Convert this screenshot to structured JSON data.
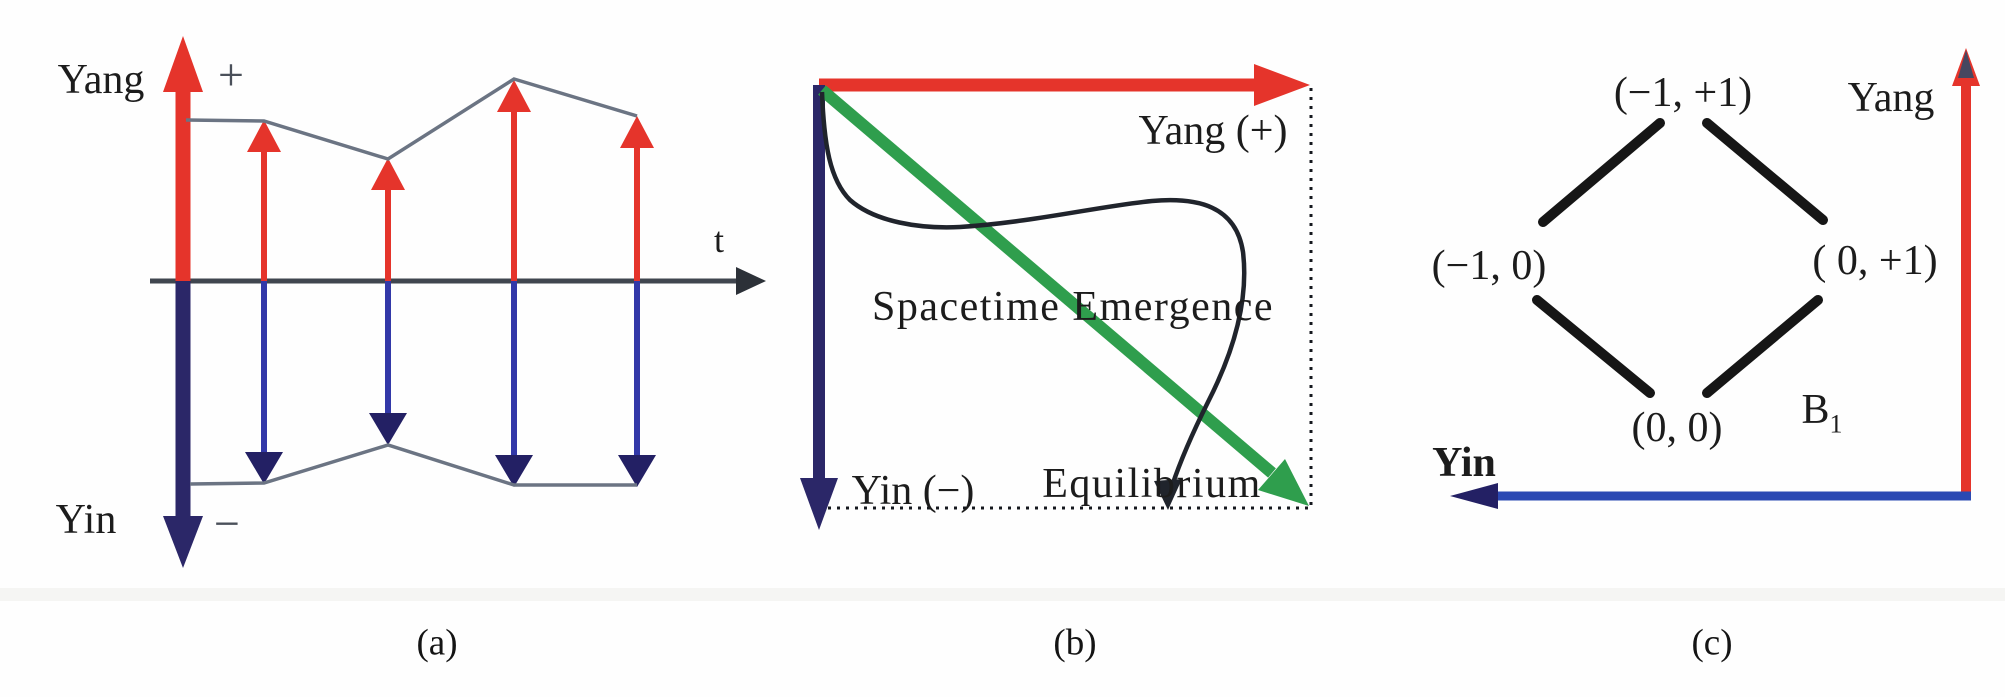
{
  "figure": {
    "panel_a": {
      "caption": "(a)",
      "yang_label": "Yang",
      "plus_sign": "+",
      "yin_label": "Yin",
      "minus_sign": "−",
      "time_axis_label": "t"
    },
    "panel_b": {
      "caption": "(b)",
      "yang_axis_label": "Yang (+)",
      "yin_axis_label": "Yin (−)",
      "curve_label": "Spacetime Emergence",
      "diagonal_label": "Equilibrium"
    },
    "panel_c": {
      "caption": "(c)",
      "yang_axis_label": "Yang",
      "yin_axis_label": "Yin",
      "basis_label": "B",
      "basis_subscript": "1",
      "node_top": "(−1, +1)",
      "node_left": "(−1, 0)",
      "node_right": "( 0, +1)",
      "node_bottom": "(0, 0)"
    },
    "colors": {
      "red": "#e5342b",
      "navy": "#2b2768",
      "thin_blue_shaft": "#3238a8",
      "thin_blue_head": "#232064",
      "royal_blue_axis": "#2b49b3",
      "green": "#2f9e4d",
      "envelope_gray": "#6b7483",
      "axis_dark": "#40464f",
      "text": "#1c1c1c"
    }
  }
}
